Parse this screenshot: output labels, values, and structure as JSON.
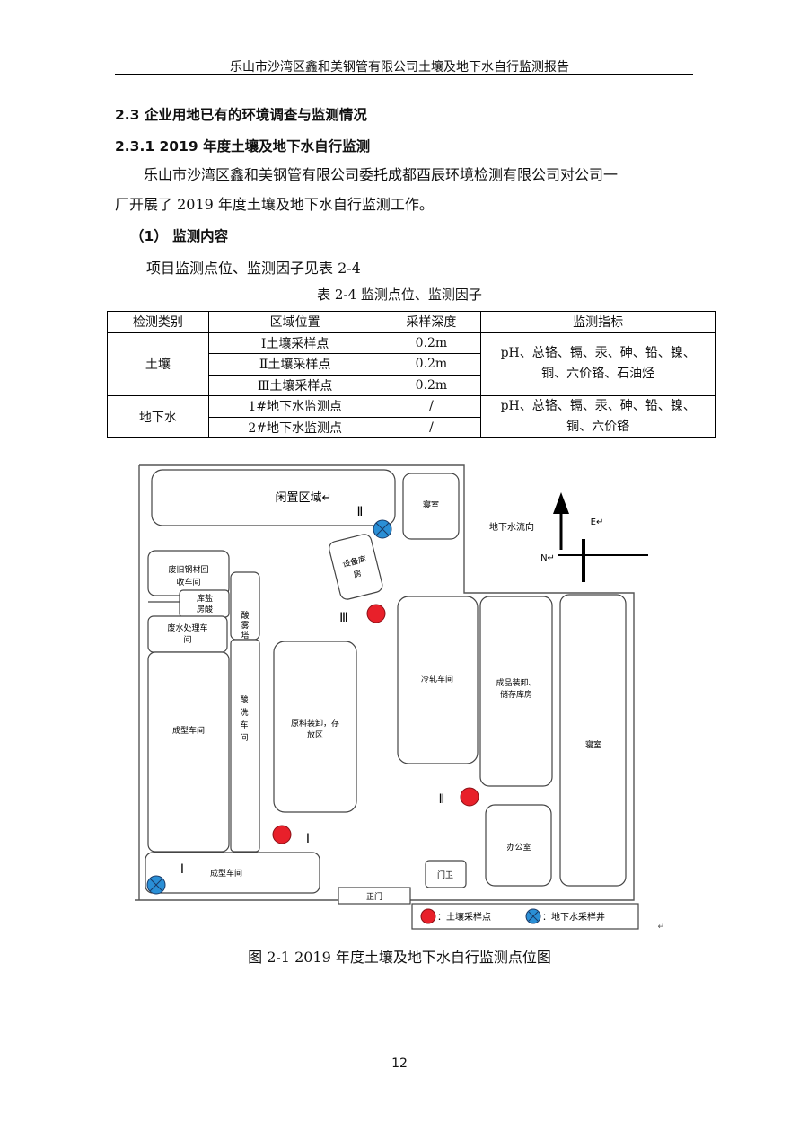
{
  "header": {
    "title": "乐山市沙湾区鑫和美钢管有限公司土壤及地下水自行监测报告"
  },
  "sections": {
    "s1": "2.3 企业用地已有的环境调查与监测情况",
    "s2": "2.3.1 2019 年度土壤及地下水自行监测",
    "p1_line1": "乐山市沙湾区鑫和美钢管有限公司委托成都酉辰环境检测有限公司对公司一",
    "p1_line2": "厂开展了 2019 年度土壤及地下水自行监测工作。",
    "sub1": "（1）  监测内容",
    "p2": "项目监测点位、监测因子见表 2-4"
  },
  "table": {
    "caption": "表 2-4  监测点位、监测因子",
    "headers": [
      "检测类别",
      "区域位置",
      "采样深度",
      "监测指标"
    ],
    "soil": {
      "category": "土壤",
      "rows": [
        {
          "location": "Ⅰ土壤采样点",
          "depth": "0.2m"
        },
        {
          "location": "Ⅱ土壤采样点",
          "depth": "0.2m"
        },
        {
          "location": "Ⅲ土壤采样点",
          "depth": "0.2m"
        }
      ],
      "indicators_l1": "pH、总铬、镉、汞、砷、铅、镍、",
      "indicators_l2": "铜、六价铬、石油烃"
    },
    "groundwater": {
      "category": "地下水",
      "rows": [
        {
          "location": "1#地下水监测点",
          "depth": "/"
        },
        {
          "location": "2#地下水监测点",
          "depth": "/"
        }
      ],
      "indicators_l1": "pH、总铬、镉、汞、砷、铅、镍、",
      "indicators_l2": "铜、六价铬"
    }
  },
  "map": {
    "idle_area": "闲置区域↵",
    "dorm_top": "寝室",
    "groundwater_flow": "地下水流向",
    "east": "E↵",
    "north": "N↵",
    "equipment_l1": "设备库",
    "equipment_l2": "房",
    "scrap_l1": "废旧钢材回",
    "scrap_l2": "收车间",
    "salt_l1": "库盐",
    "salt_l2": "房酸",
    "wastewater_l1": "废水处理车",
    "wastewater_l2": "间",
    "acid_mist_l1": "酸",
    "acid_mist_l2": "雾",
    "acid_mist_l3": "塔",
    "pickling_l1": "酸",
    "pickling_l2": "洗",
    "pickling_l3": "车",
    "pickling_l4": "间",
    "forming_left": "成型车间",
    "raw_l1": "原料装卸，存",
    "raw_l2": "放区",
    "cold_roll": "冷轧车间",
    "finished_l1": "成品装卸、",
    "finished_l2": "储存库房",
    "dorm_right": "寝室",
    "office": "办公室",
    "guard": "门卫",
    "main_gate": "正门",
    "forming_bottom": "成型车间",
    "label_gw_2": "Ⅱ",
    "label_soil_3": "Ⅲ",
    "label_soil_2": "Ⅱ",
    "label_soil_1": "Ⅰ",
    "label_gw_1": "Ⅰ",
    "legend_soil": "：土壤采样点",
    "legend_gw": "：地下水采样井",
    "stray_mark": "↵",
    "colors": {
      "soil": "#e8202a",
      "groundwater": "#2a8fd6"
    }
  },
  "figure_caption": "图 2-1 2019 年度土壤及地下水自行监测点位图",
  "page_number": "12"
}
